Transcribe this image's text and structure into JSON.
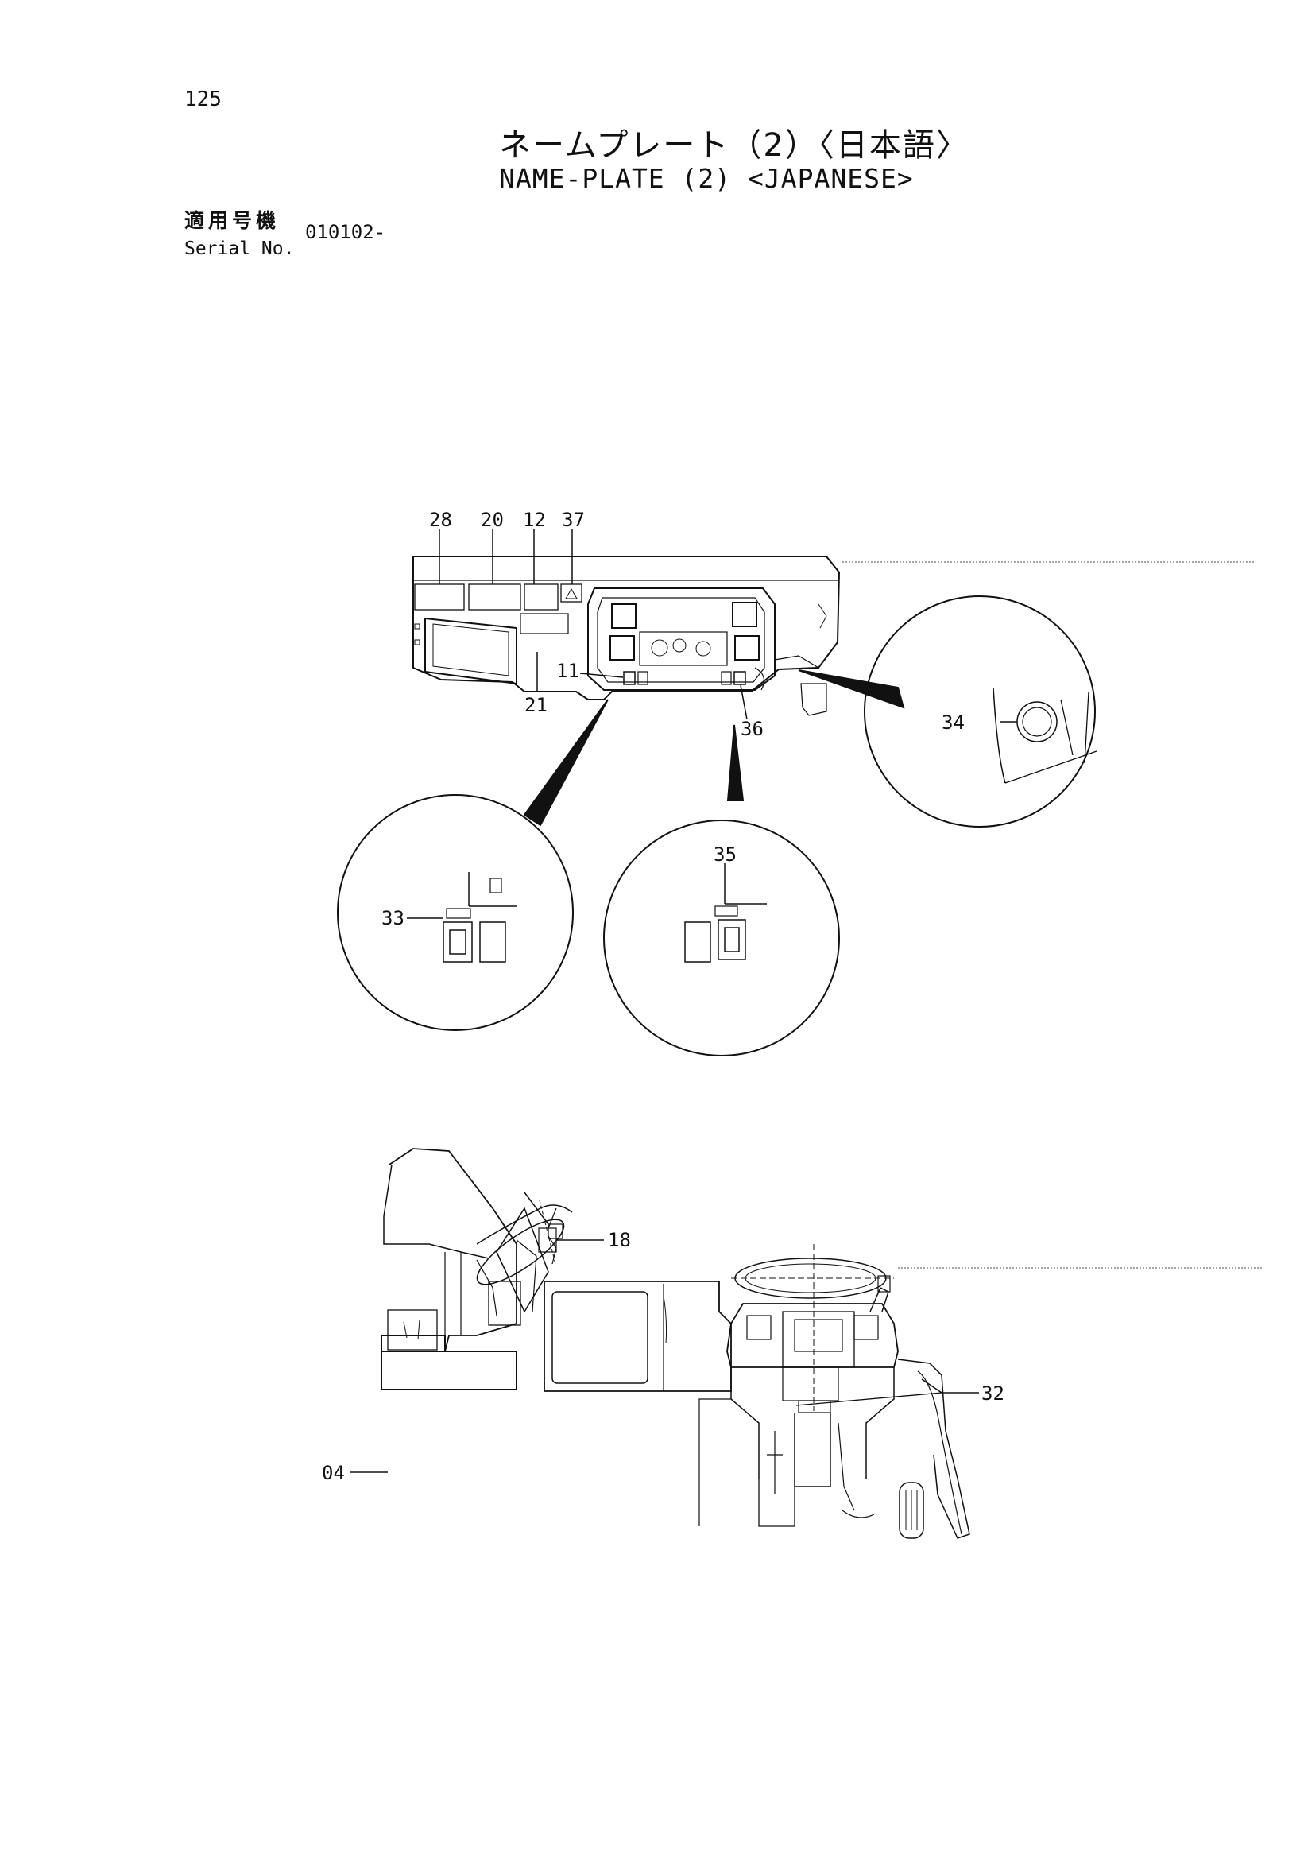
{
  "header": {
    "page_number": "125",
    "title_ja": "ネームプレート（2）〈日本語〉",
    "title_en": "NAME-PLATE (2) <JAPANESE>",
    "serial_label_ja": "適用号機",
    "serial_label_en": "Serial No.",
    "serial_value": "010102-"
  },
  "callouts": {
    "c28": "28",
    "c20": "20",
    "c12": "12",
    "c37": "37",
    "c11": "11",
    "c21": "21",
    "c36": "36",
    "c34": "34",
    "c33": "33",
    "c35": "35",
    "c18": "18",
    "c32": "32",
    "c04": "04"
  }
}
